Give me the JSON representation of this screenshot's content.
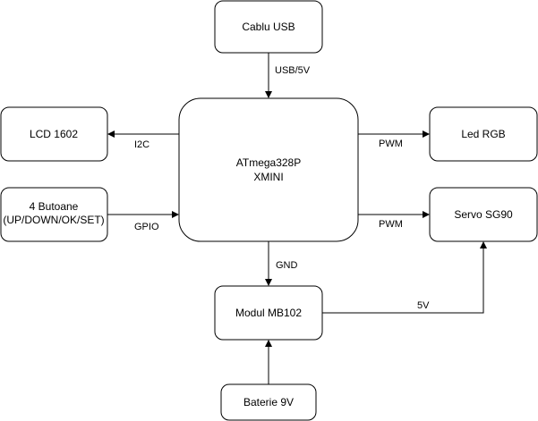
{
  "nodes": {
    "cablu_usb": {
      "lines": [
        "Cablu USB"
      ]
    },
    "mcu": {
      "lines": [
        "ATmega328P",
        "XMINI"
      ]
    },
    "lcd": {
      "lines": [
        "LCD 1602"
      ]
    },
    "butoane": {
      "lines": [
        "4 Butoane",
        "(UP/DOWN/OK/SET)"
      ]
    },
    "led": {
      "lines": [
        "Led RGB"
      ]
    },
    "servo": {
      "lines": [
        "Servo SG90"
      ]
    },
    "modul": {
      "lines": [
        "Modul MB102"
      ]
    },
    "baterie": {
      "lines": [
        "Baterie 9V"
      ]
    }
  },
  "edges": {
    "usb_mcu": "USB/5V",
    "mcu_lcd": "I2C",
    "butoane_mcu": "GPIO",
    "mcu_led": "PWM",
    "mcu_servo": "PWM",
    "mcu_modul": "GND",
    "modul_servo": "5V"
  }
}
